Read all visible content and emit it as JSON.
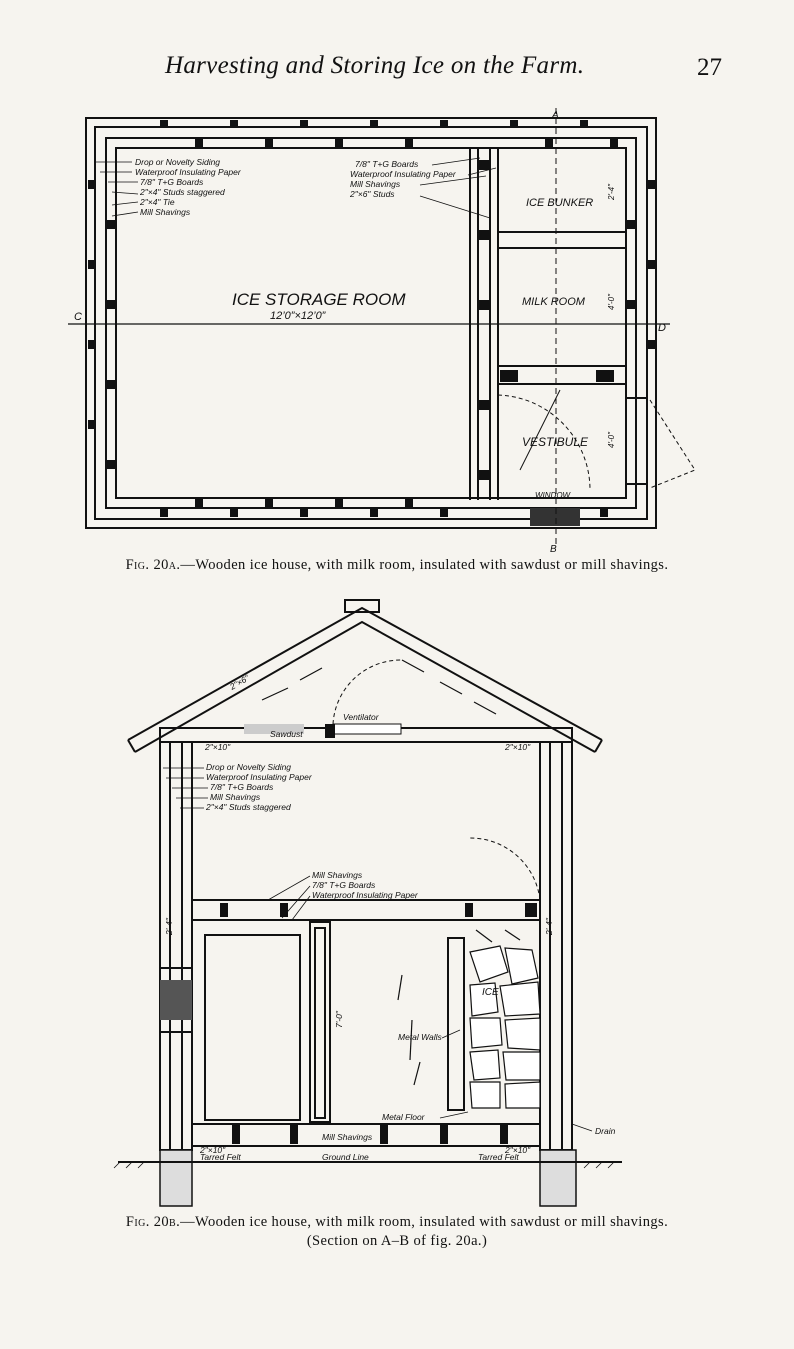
{
  "header": {
    "running_title": "Harvesting and Storing Ice on the Farm.",
    "page_number": "27"
  },
  "figure_a": {
    "room_title": "ICE STORAGE ROOM",
    "room_size": "12’0”×12’0”",
    "section_marks": {
      "a": "A",
      "b": "B",
      "c": "C",
      "d": "D"
    },
    "left_labels": [
      "Drop or Novelty Siding",
      "Waterproof Insulating Paper",
      "7/8\" T+G Boards",
      "2\"×4\" Studs staggered",
      "2\"×4\" Tie",
      "Mill Shavings"
    ],
    "right_labels": [
      "7/8\" T+G Boards",
      "Waterproof Insulating Paper",
      "Mill Shavings",
      "2\"×6\" Studs"
    ],
    "bunker_label": "ICE BUNKER",
    "milk_room_label": "MILK ROOM",
    "vestibule_label": "VESTIBULE",
    "window_label": "WINDOW",
    "dim_bunker": "2'-4\"",
    "dim_milk": "4'-0\"",
    "dim_vest": "4'-0\"",
    "caption_fig": "Fig. 20a.",
    "caption_text": "—Wooden ice house, with milk room, insulated with sawdust or mill shavings."
  },
  "figure_b": {
    "rafter_label": "2\"×6\"",
    "ventilator_label": "Ventilator",
    "sawdust_label": "Sawdust",
    "joist_left": "2\"×10\"",
    "joist_right": "2\"×10\"",
    "wall_labels": [
      "Drop or Novelty Siding",
      "Waterproof Insulating Paper",
      "7/8\" T+G Boards",
      "Mill Shavings",
      "2\"×4\" Studs staggered"
    ],
    "ceiling_labels": [
      "Mill Shavings",
      "7/8\" T+G Boards",
      "Waterproof Insulating Paper"
    ],
    "ice_label": "ICE",
    "metal_walls_label": "Metal Walls",
    "metal_floor_label": "Metal Floor",
    "drain_label": "Drain",
    "height_label": "7'-0\"",
    "wall_dim_left": "2'-4\"",
    "wall_dim_right": "2'-4\"",
    "floor_label": "Mill Shavings",
    "sill_left": "2\"×10\"",
    "sill_right": "2\"×10\"",
    "tarred_felt_left": "Tarred Felt",
    "tarred_felt_right": "Tarred Felt",
    "ground_line": "Ground Line",
    "caption_fig": "Fig. 20b.",
    "caption_text": "—Wooden ice house, with milk room, insulated with sawdust or mill shavings.",
    "caption_line2": "(Section on A–B of fig. 20a.)"
  }
}
